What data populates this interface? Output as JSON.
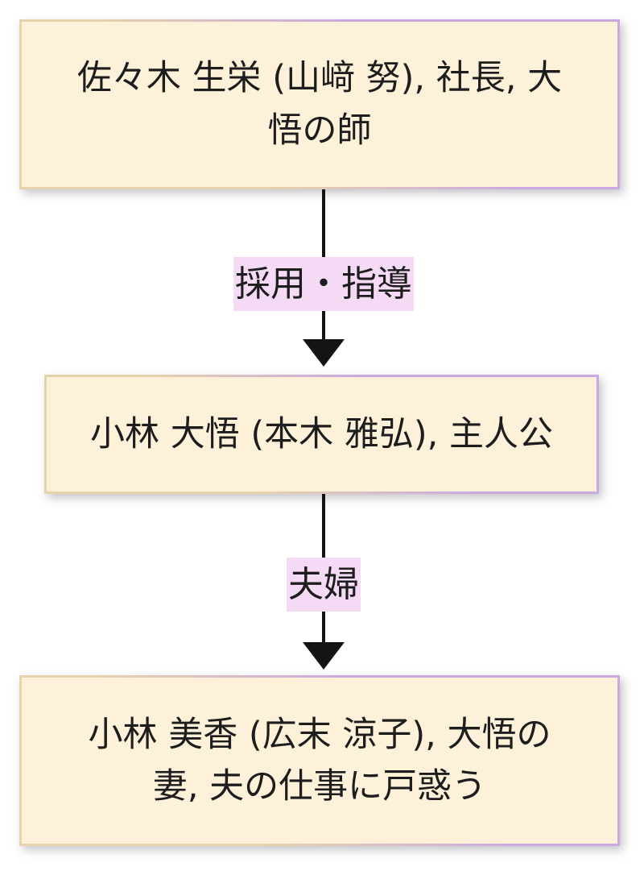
{
  "diagram": {
    "type": "flowchart",
    "direction": "top-down",
    "nodes": [
      {
        "id": "sasaki",
        "label": "佐々木 生栄 (山﨑 努), 社長, 大\n悟の師"
      },
      {
        "id": "daigo",
        "label": "小林 大悟 (本木 雅弘), 主人公"
      },
      {
        "id": "mika",
        "label": "小林 美香 (広末 涼子), 大悟の\n妻, 夫の仕事に戸惑う"
      }
    ],
    "edges": [
      {
        "from": "sasaki",
        "to": "daigo",
        "label": "採用・指導"
      },
      {
        "from": "daigo",
        "to": "mika",
        "label": "夫婦"
      }
    ],
    "colors": {
      "node_fill": "#fdf1d9",
      "node_border_purple": "#c9a9e0",
      "node_border_tan": "#e5d3ab",
      "edge_label_bg": "#f4daf4",
      "text": "#1d1d1d",
      "arrow": "#141414",
      "page_bg": "#ffffff"
    }
  }
}
